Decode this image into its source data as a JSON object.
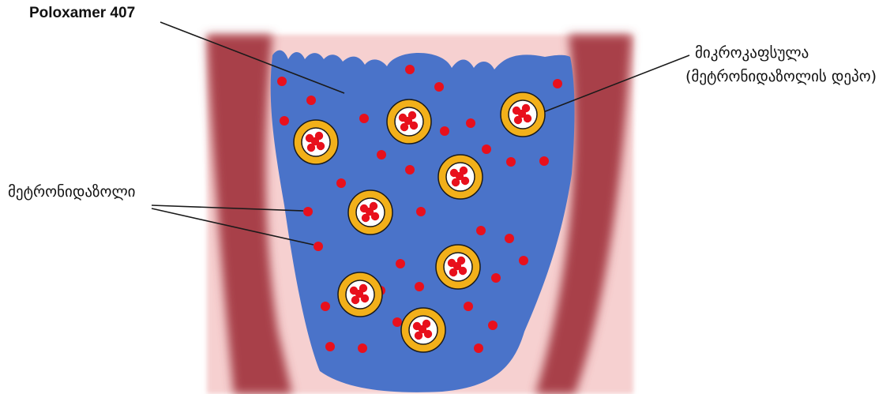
{
  "labels": {
    "poloxamer": "Poloxamer 407",
    "microcapsule_line1": "მიკროკაფსულა",
    "microcapsule_line2": "(მეტრონიდაზოლის დეპო)",
    "metronidazole": "მეტრონიდაზოლი"
  },
  "colors": {
    "gel": "#4a73c9",
    "drug_dot": "#e8101c",
    "capsule_shell": "#f2b01a",
    "capsule_core": "#ffffff",
    "tissue_dark": "#a83a44",
    "tissue_light": "#f4c4c4",
    "leader_line": "#1a1a1a"
  },
  "icons": {
    "microcapsule": "microcapsule-icon",
    "drug_molecule": "drug-dot-icon"
  }
}
